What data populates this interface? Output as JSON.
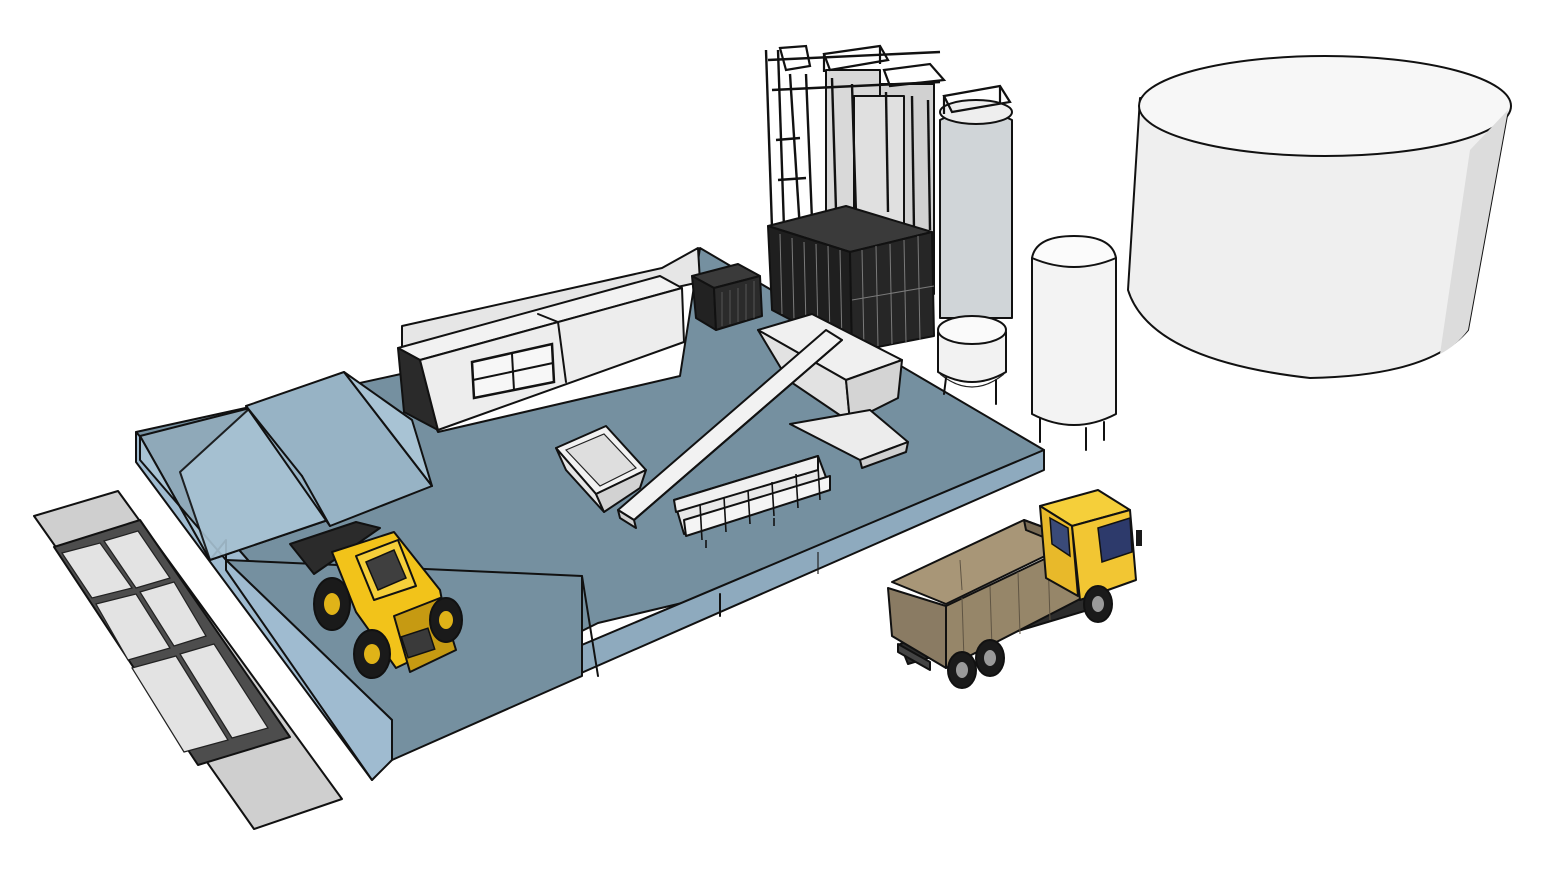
{
  "scene": {
    "kind": "industrial-plant-3d-model",
    "colors": {
      "background": "#ffffff",
      "floor_top": "#7590a0",
      "floor_side": "#9fbbd0",
      "floor_front": "#8eaabe",
      "bin_wall": "#a8c3d4",
      "white_fill": "#f2f2f2",
      "white_shade": "#d7d7d7",
      "dark_frame": "#1a1a1a",
      "loader_yellow": "#f2c31a",
      "loader_shade": "#c69a12",
      "truck_cab": "#f2c633",
      "truck_body": "#8a7b63",
      "truck_body_inner": "#a89677",
      "grating": "#cfcfcf"
    },
    "objects": [
      {
        "name": "floor-slab",
        "icon": "concrete-slab-icon"
      },
      {
        "name": "aggregate-bin-left",
        "icon": "bin-icon"
      },
      {
        "name": "aggregate-bin-right",
        "icon": "bin-icon"
      },
      {
        "name": "control-cabin",
        "icon": "container-office-icon"
      },
      {
        "name": "dark-generator-box",
        "icon": "generator-icon"
      },
      {
        "name": "cement-silos",
        "icon": "silo-icon"
      },
      {
        "name": "conveyor-belt",
        "icon": "conveyor-icon"
      },
      {
        "name": "feed-hopper",
        "icon": "hopper-icon"
      },
      {
        "name": "aggregate-skip",
        "icon": "skip-icon"
      },
      {
        "name": "small-tank",
        "icon": "tank-icon"
      },
      {
        "name": "vertical-tank",
        "icon": "tank-icon"
      },
      {
        "name": "large-storage-tank",
        "icon": "storage-tank-icon"
      },
      {
        "name": "wheel-loader",
        "icon": "wheel-loader-icon"
      },
      {
        "name": "dump-truck",
        "icon": "dump-truck-icon"
      },
      {
        "name": "grating-walkway",
        "icon": "grating-icon"
      }
    ]
  }
}
